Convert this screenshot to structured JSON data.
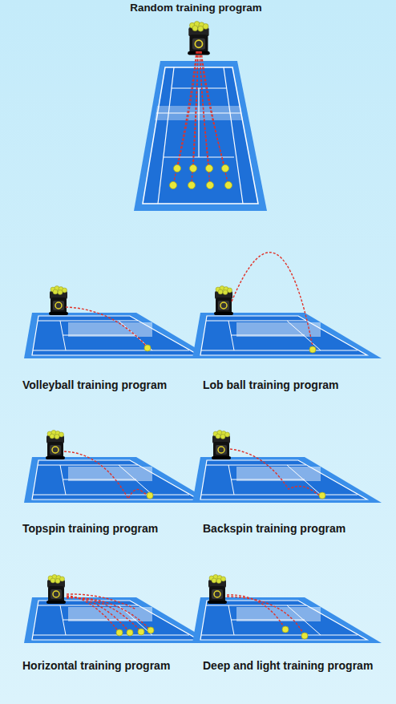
{
  "diagram": {
    "labels": [
      "Random training program",
      "Volleyball training program",
      "Lob ball training program",
      "Topspin training program",
      "Backspin training program",
      "Horizontal training program",
      "Deep and light training program"
    ]
  }
}
